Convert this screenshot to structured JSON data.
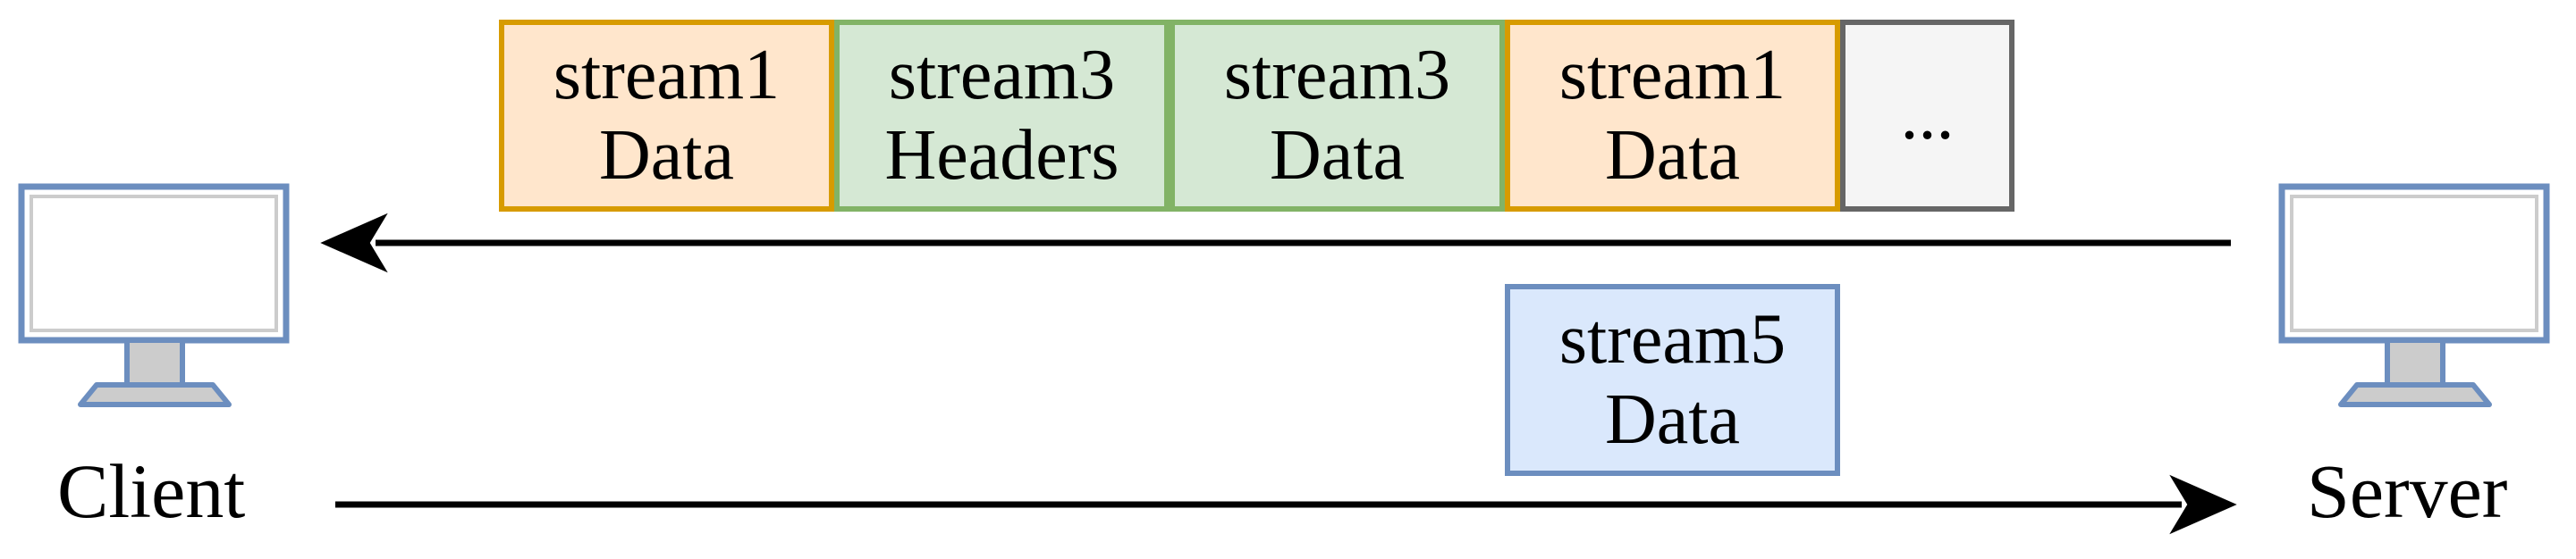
{
  "nodes": {
    "client": {
      "label": "Client"
    },
    "server": {
      "label": "Server"
    }
  },
  "frames": [
    {
      "line1": "stream1",
      "line2": "Data",
      "kind": "stream1"
    },
    {
      "line1": "stream3",
      "line2": "Headers",
      "kind": "stream3"
    },
    {
      "line1": "stream3",
      "line2": "Data",
      "kind": "stream3"
    },
    {
      "line1": "stream1",
      "line2": "Data",
      "kind": "stream1"
    },
    {
      "line1": "...",
      "line2": "",
      "kind": "ellipsis"
    }
  ],
  "upstream_frame": {
    "line1": "stream5",
    "line2": "Data",
    "kind": "stream5"
  },
  "colors": {
    "stream1_fill": "#ffe6cc",
    "stream1_border": "#d79b00",
    "stream3_fill": "#d5e8d4",
    "stream3_border": "#82b366",
    "stream5_fill": "#dae8fc",
    "stream5_border": "#6c8ebf",
    "ellipsis_fill": "#f5f5f5",
    "ellipsis_border": "#666666",
    "computer_border": "#6c8ebf",
    "computer_stand": "#cccccc",
    "arrow": "#000000"
  }
}
